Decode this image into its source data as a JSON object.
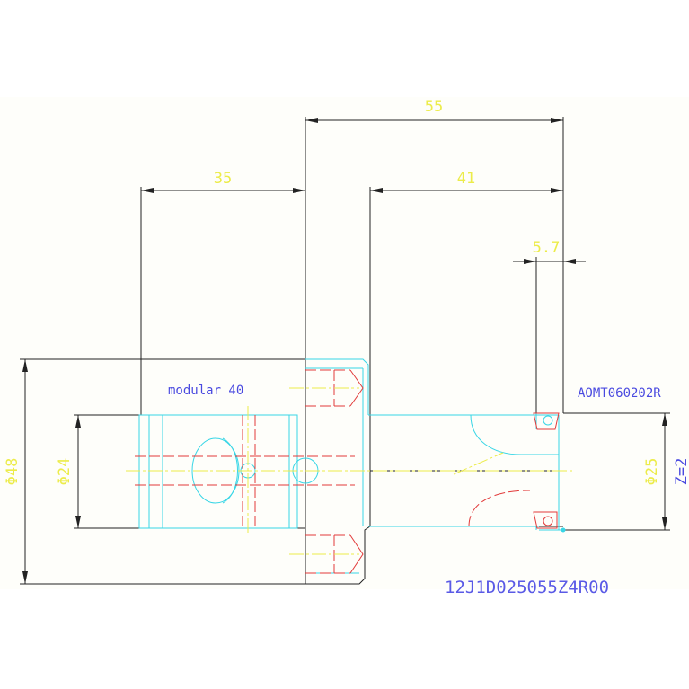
{
  "colors": {
    "dimension_line": "#222222",
    "dimension_text": "#ecec4a",
    "outline": "#38d6e6",
    "hidden": "#e23a3a",
    "center": "#ecec4a",
    "label": "#4a4ae0"
  },
  "dimensions": {
    "overall_length": "55",
    "modular_offset": "35",
    "head_length": "41",
    "insert_offset": "5.7",
    "body_diameter": "Φ48",
    "bore_diameter": "Φ24",
    "cutter_diameter": "Φ25",
    "teeth": "Z=2"
  },
  "labels": {
    "modular": "modular 40",
    "insert": "AOMT060202R",
    "part_number": "12J1D025055Z4R00"
  }
}
